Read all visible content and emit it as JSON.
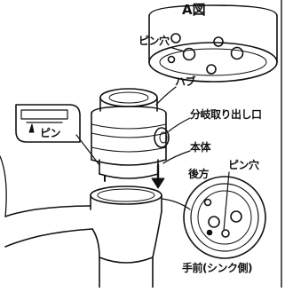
{
  "figure_a": {
    "title": "A図",
    "pin_hole_label": "ピン穴"
  },
  "callouts": {
    "hub": "ハブ",
    "branch_outlet": "分岐取り出し口",
    "pin": "ピン",
    "body": "本体",
    "rear": "後方",
    "pin_hole": "ピン穴",
    "front": "手前(シンク側)"
  }
}
